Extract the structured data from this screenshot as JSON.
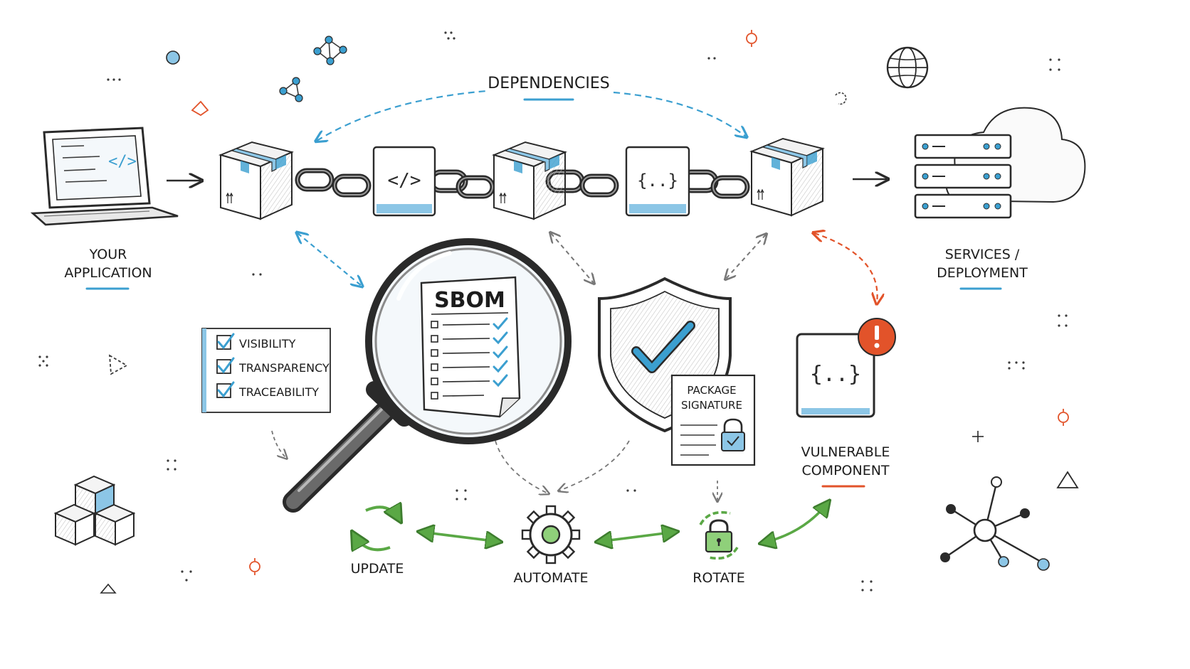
{
  "labels": {
    "dependencies": "DEPENDENCIES",
    "app_line1": "YOUR",
    "app_line2": "APPLICATION",
    "services_line1": "SERVICES /",
    "services_line2": "DEPLOYMENT",
    "sbom": "SBOM",
    "package_line1": "PACKAGE",
    "package_line2": "SIGNATURE",
    "vuln_line1": "VULNERABLE",
    "vuln_line2": "COMPONENT",
    "update": "UPDATE",
    "automate": "AUTOMATE",
    "rotate": "ROTATE"
  },
  "checklist": {
    "items": [
      "VISIBILITY",
      "TRANSPARENCY",
      "TRACEABILITY"
    ]
  },
  "code_glyphs": {
    "tag": "</>",
    "braces": "{..}"
  },
  "colors": {
    "ink": "#2a2a2a",
    "blue": "#3b9fd0",
    "blue_light": "#8cc6e6",
    "green": "#5aa845",
    "orange": "#e2532a"
  },
  "icons": [
    "laptop-icon",
    "box-icon",
    "chain-link-icon",
    "server-rack-icon",
    "cloud-icon",
    "magnifying-glass-icon",
    "shield-check-icon",
    "lock-icon",
    "gear-icon",
    "refresh-icon",
    "alert-icon",
    "globe-icon",
    "cubes-icon",
    "network-node-icon"
  ]
}
